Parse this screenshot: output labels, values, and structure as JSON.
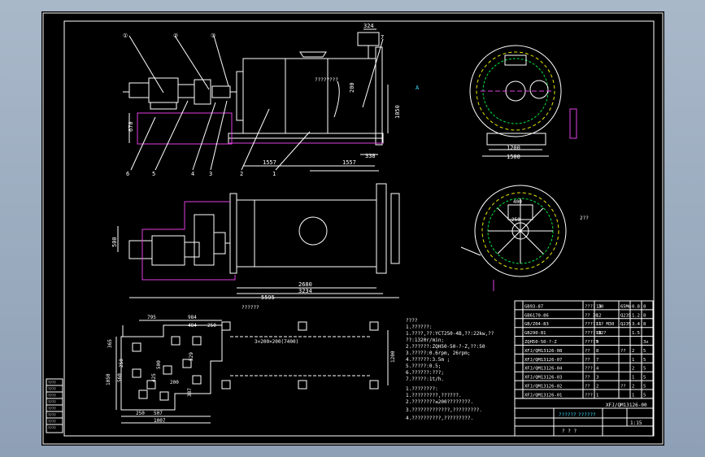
{
  "colors": {
    "background": "#000000",
    "lines": "#ffffff",
    "dims": "#ffffff",
    "magenta": "#e040e0",
    "yellow": "#e8e800",
    "green": "#00e040",
    "cyan": "#40e0ff",
    "blue": "#4060ff"
  },
  "balloons": [
    "①",
    "②",
    "③",
    "7"
  ],
  "dimensions": {
    "d324": "324",
    "d200": "200",
    "d1050": "1050",
    "d338": "338",
    "d1557a": "1557",
    "d1557b": "1557",
    "d670": "670",
    "d1200": "1200",
    "d1500": "1500",
    "d2680": "2680",
    "d3234": "3234",
    "d5595": "5595",
    "d500": "500",
    "d3x200": "3×200×200(7400)",
    "d1200v": "1200",
    "d795": "795",
    "d984": "984",
    "d484": "484",
    "d250t": "250",
    "d365": "365",
    "d250l": "250",
    "d500b": "500",
    "d529": "529",
    "d1050l": "1050",
    "d560": "560",
    "d425": "425",
    "d200b": "200",
    "d387": "387",
    "d250b": "250",
    "d507": "507",
    "d1007": "1007",
    "d400": "400",
    "d250r": "250"
  },
  "part_labels": [
    "6",
    "5",
    "4",
    "3",
    "2",
    "1"
  ],
  "view_mark": "A",
  "annotations": {
    "body_note": "????????",
    "plan_note": "??????",
    "right_mark": "2??"
  },
  "tech_notes": [
    "????",
    "1.??????:",
    "1.????,??:YCT250-4B,??:22kw,??",
    "??:1320r/min;",
    "2.??????:ZQH50-50-?-Z,??:50",
    "3.?????:0.6rpm,    26rpm;",
    "4.??????:3.5m ;",
    "5.?????:0.5;",
    "6.??????:???;",
    "7.?????:1t/h."
  ],
  "tech_notes2": [
    "1.????????:",
    "1.?????????,??????.",
    "2.????????≤200????????.",
    "3.?????????????,?????????.",
    "4.??????????,?????????."
  ],
  "bom": [
    [
      "GB93-87",
      "???? 30",
      "13",
      "65Mn",
      "0.8",
      "8"
    ],
    [
      "GB6170-86",
      "?? 30",
      "12",
      "Q235",
      "1.2",
      "8"
    ],
    [
      "GB/Z04-83",
      "??????? M30",
      "11",
      "Q235",
      "3.4",
      "8"
    ],
    [
      "GB290-81",
      "?????32?",
      "10",
      "",
      "1.5",
      ""
    ],
    [
      "ZQH50-50-?-Z",
      "?????",
      "9",
      "",
      "",
      "3x"
    ],
    [
      "XFJ/QM13126-08",
      "??",
      "8",
      "??",
      "2",
      "5"
    ],
    [
      "XFJ/QM13126-07",
      "??",
      "7",
      "",
      "1",
      "5"
    ],
    [
      "XFJ/QM13126-04",
      "???",
      "4",
      "",
      "2",
      "5"
    ],
    [
      "XFJ/QM13126-03",
      "??",
      "3",
      "",
      "1",
      "5"
    ],
    [
      "XFJ/QM13126-02",
      "??",
      "2",
      "??",
      "2",
      "5"
    ],
    [
      "XFJ/QM13126-01",
      "???",
      "1",
      "",
      "1",
      "5"
    ]
  ],
  "bom_header": [
    "??",
    "??",
    "??",
    "??",
    "??",
    "??"
  ],
  "title_block": {
    "drawing_no": "XFJ/QM13126-00",
    "name": "??????",
    "company": "??????",
    "scale": "1:15",
    "sheet": "? ? ?"
  },
  "left_table": [
    "????",
    "????",
    "????",
    "????",
    "????",
    "????",
    "????",
    "????"
  ]
}
